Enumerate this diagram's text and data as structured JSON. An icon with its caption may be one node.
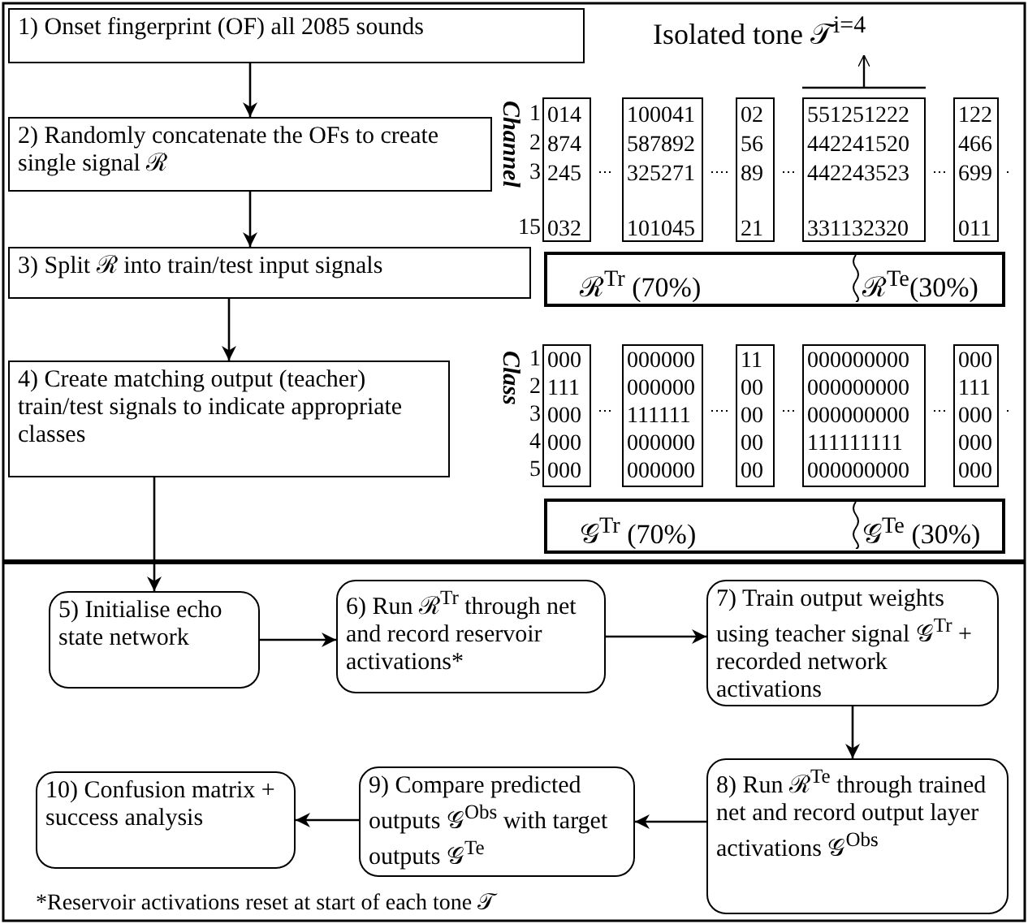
{
  "diagram": {
    "nodes": [
      {
        "text": [
          "1) Onset fingerprint (OF) all 2085 sounds"
        ]
      },
      {
        "text": [
          "2) Randomly concatenate the OFs to create single signal ℛ"
        ]
      },
      {
        "text": [
          "3) Split ℛ into train/test input signals"
        ]
      },
      {
        "text": [
          "4) Create matching output (teacher) train/test signals to indicate appropriate classes"
        ]
      },
      {
        "text": [
          "5) Initialise echo state network"
        ]
      },
      {
        "text": [
          "6) Run ℛ$^{Tr}$ through net and record reservoir activations*"
        ]
      },
      {
        "text": [
          "7) Train output weights using teacher signal 𝒢$^{Tr}$ + recorded network activations"
        ]
      },
      {
        "text": [
          "8) Run ℛ$^{Te}$ through trained net and record output layer activations 𝒢$^{Obs}$"
        ]
      },
      {
        "text": [
          "9) Compare predicted outputs 𝒢$^{Obs}$ with target outputs 𝒢$^{Te}$"
        ]
      },
      {
        "text": [
          "10) Confusion matrix + success analysis"
        ]
      },
      {
        "text": [
          "014",
          "874",
          "245",
          "032"
        ]
      },
      {
        "text": [
          "100041",
          "587892",
          "325271",
          "101045"
        ]
      },
      {
        "text": [
          "02",
          "56",
          "89",
          "21"
        ]
      },
      {
        "text": [
          "551251222",
          "442241520",
          "442243523",
          "331132320"
        ]
      },
      {
        "text": [
          "122",
          "466",
          "699",
          "011"
        ]
      },
      {
        "text": [
          "ℛ$^{Tr}$ (70%)",
          "ℛ$^{Te}$(30%)"
        ]
      },
      {
        "text": [
          "000",
          "111",
          "000",
          "000",
          "000"
        ]
      },
      {
        "text": [
          "000000",
          "000000",
          "111111",
          "000000",
          "000000"
        ]
      },
      {
        "text": [
          "11",
          "00",
          "00",
          "00",
          "00"
        ]
      },
      {
        "text": [
          "000000000",
          "000000000",
          "000000000",
          "111111111",
          "000000000"
        ]
      },
      {
        "text": [
          "000",
          "111",
          "000",
          "000",
          "000"
        ]
      },
      {
        "text": [
          "𝒢$^{Tr}$ (70%)",
          "𝒢$^{Te}$ (30%)"
        ]
      }
    ],
    "edges": [
      {
        "from": 0,
        "to": 1,
        "arrow": "to"
      },
      {
        "from": 1,
        "to": 2,
        "arrow": "to"
      },
      {
        "from": 2,
        "to": 3,
        "arrow": "to"
      },
      {
        "from": 3,
        "to": 4,
        "arrow": "to"
      },
      {
        "from": 4,
        "to": 5,
        "arrow": "to"
      },
      {
        "from": 5,
        "to": 6,
        "arrow": "to"
      },
      {
        "from": 6,
        "to": 7,
        "arrow": "to"
      },
      {
        "from": 7,
        "to": 8,
        "arrow": "to"
      },
      {
        "from": 8,
        "to": 9,
        "arrow": "to"
      }
    ],
    "labels": [
      "Isolated tone 𝒯$^{i=4}$",
      "Channel",
      "1",
      "2",
      "3",
      "15",
      "Class",
      "1",
      "2",
      "3",
      "4",
      "5",
      "*Reservoir activations reset at start of each tone 𝒯"
    ]
  }
}
